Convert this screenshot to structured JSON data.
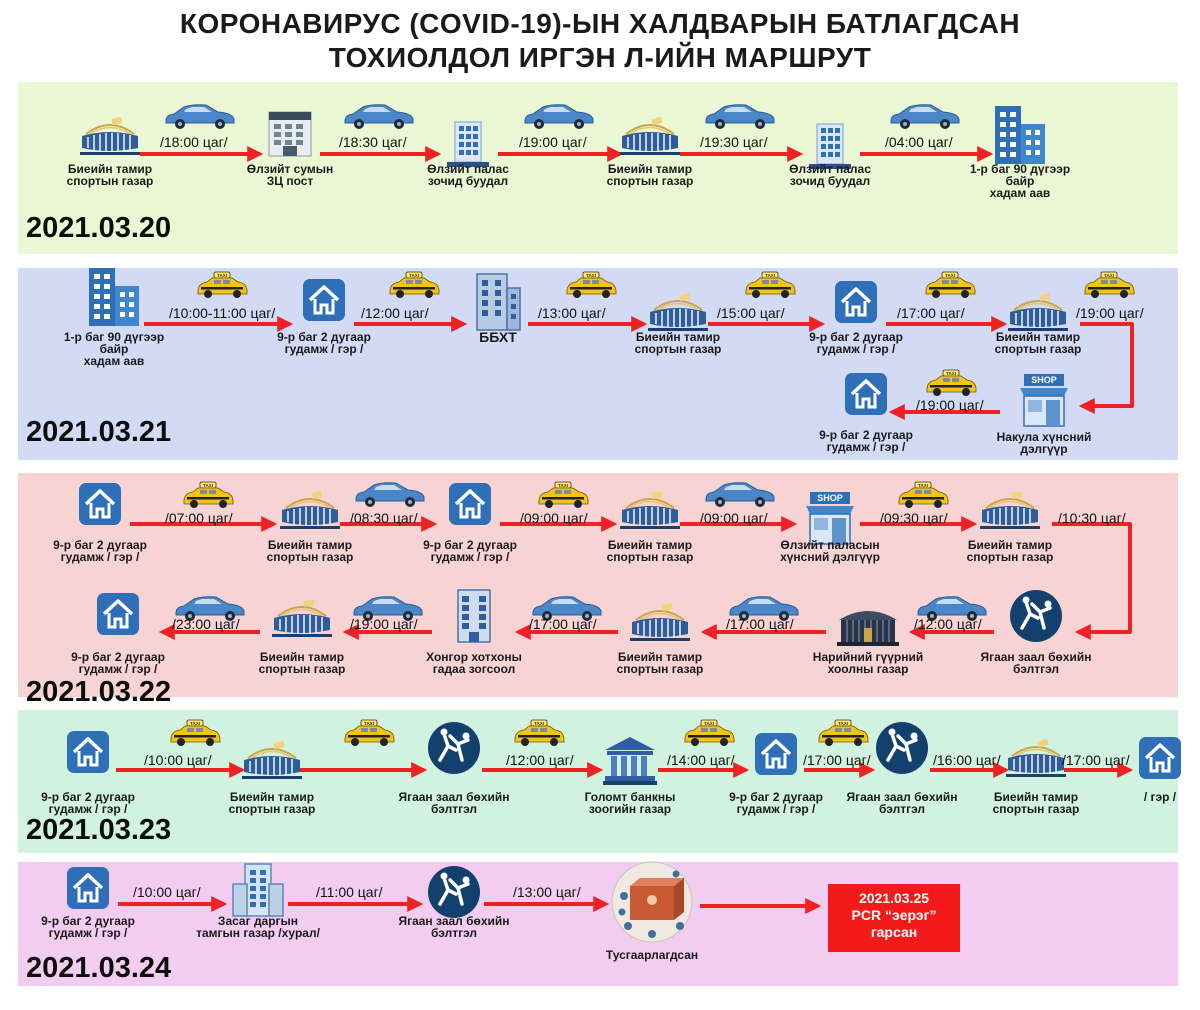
{
  "title": {
    "line1": "КОРОНАВИРУС (COVID-19)-ЫН ХАЛДВАРЫН БАТЛАГДСАН",
    "line2": "ТОХИОЛДОЛ ИРГЭН Л-ИЙН МАРШРУТ"
  },
  "colors": {
    "band1": "#eaf7d4",
    "band2": "#d2daf4",
    "band3": "#f8d3d4",
    "band4": "#d2f2e0",
    "band5": "#f3cdf0",
    "arrow": "#ee2222",
    "icon_blue": "#2e6fb8",
    "taxi": "#f2c41a",
    "car": "#4a86c8"
  },
  "days": [
    {
      "date": "2021.03.20",
      "stops": [
        {
          "label": "Биеийн тамир\nспортын газар",
          "icon": "stadium-icon"
        },
        {
          "label": "Өлзийт сумын\nЗЦ пост",
          "icon": "checkpoint-icon"
        },
        {
          "label": "Өлзийт палас\nзочид буудал",
          "icon": "hotel-icon"
        },
        {
          "label": "Биеийн тамир\nспортын газар",
          "icon": "stadium-icon"
        },
        {
          "label": "Өлзийт палас\nзочид буудал",
          "icon": "hotel-icon"
        },
        {
          "label": "1-р баг 90 дүгээр байр\nхадам аав",
          "icon": "apartment-icon"
        }
      ],
      "times": [
        "/18:00 цаг/",
        "/18:30 цаг/",
        "/19:00 цаг/",
        "/19:30 цаг/",
        "/04:00 цаг/"
      ]
    },
    {
      "date": "2021.03.21",
      "stops": [
        {
          "label": "1-р баг 90 дүгээр байр\nхадам аав",
          "icon": "apartment-icon"
        },
        {
          "label": "9-р баг 2 дугаар\nгудамж / гэр /",
          "icon": "home-icon"
        },
        {
          "label": "ББХТ",
          "icon": "office-building-icon"
        },
        {
          "label": "Биеийн тамир\nспортын газар",
          "icon": "stadium-icon"
        },
        {
          "label": "9-р баг 2 дугаар\nгудамж / гэр /",
          "icon": "home-icon"
        },
        {
          "label": "Биеийн тамир\nспортын газар",
          "icon": "stadium-icon"
        },
        {
          "label": "Накула хүнсний\nдэлгүүр",
          "icon": "shop-icon"
        },
        {
          "label": "9-р баг 2 дугаар\nгудамж / гэр /",
          "icon": "home-icon"
        }
      ],
      "times": [
        "/10:00-11:00 цаг/",
        "/12:00 цаг/",
        "/13:00 цаг/",
        "/15:00 цаг/",
        "/17:00 цаг/",
        "/19:00 цаг/",
        "/19:00 цаг/"
      ]
    },
    {
      "date": "2021.03.22",
      "stops": [
        {
          "label": "9-р баг 2 дугаар\nгудамж / гэр /",
          "icon": "home-icon"
        },
        {
          "label": "Биеийн тамир\nспортын газар",
          "icon": "stadium-icon"
        },
        {
          "label": "9-р баг 2 дугаар\nгудамж / гэр /",
          "icon": "home-icon"
        },
        {
          "label": "Биеийн тамир\nспортын газар",
          "icon": "stadium-icon"
        },
        {
          "label": "Өлзийт паласын\nхүнсний дэлгүүр",
          "icon": "shop-icon"
        },
        {
          "label": "Биеийн тамир\nспортын газар",
          "icon": "stadium-icon"
        },
        {
          "label": "Ягаан заал бөхийн\nбэлтгэл",
          "icon": "wrestling-icon"
        },
        {
          "label": "Нарийний гүүрний\nхоолны газар",
          "icon": "ger-restaurant-icon"
        },
        {
          "label": "Биеийн тамир\nспортын газар",
          "icon": "stadium-icon"
        },
        {
          "label": "Хонгор хотхоны\nгадаа зогсоол",
          "icon": "building-icon"
        },
        {
          "label": "Биеийн тамир\nспортын газар",
          "icon": "stadium-icon"
        },
        {
          "label": "9-р баг 2 дугаар\nгудамж / гэр /",
          "icon": "home-icon"
        }
      ],
      "times": [
        "/07:00 цаг/",
        "/08:30 цаг/",
        "/09:00 цаг/",
        "/09:00 цаг/",
        "/09:30 цаг/",
        "/10:30 цаг/",
        "/12:00 цаг/",
        "/17:00 цаг/",
        "/17:00 цаг/",
        "/19:00 цаг/",
        "/23:00 цаг/"
      ]
    },
    {
      "date": "2021.03.23",
      "stops": [
        {
          "label": "9-р баг 2 дугаар\nгудамж / гэр /",
          "icon": "home-icon"
        },
        {
          "label": "Биеийн тамир\nспортын газар",
          "icon": "stadium-icon"
        },
        {
          "label": "Ягаан заал бөхийн\nбэлтгэл",
          "icon": "wrestling-icon"
        },
        {
          "label": "Голомт банкны\nзоогийн газар",
          "icon": "bank-icon"
        },
        {
          "label": "9-р баг 2 дугаар\nгудамж / гэр /",
          "icon": "home-icon"
        },
        {
          "label": "Ягаан заал бөхийн\nбэлтгэл",
          "icon": "wrestling-icon"
        },
        {
          "label": "Биеийн тамир\nспортын газар",
          "icon": "stadium-icon"
        },
        {
          "label": "/ гэр /",
          "icon": "home-icon"
        }
      ],
      "times": [
        "/10:00 цаг/",
        "",
        "/12:00 цаг/",
        "/14:00 цаг/",
        "/17:00 цаг/",
        "/16:00 цаг/",
        "/17:00 цаг/"
      ]
    },
    {
      "date": "2021.03.24",
      "stops": [
        {
          "label": "9-р баг 2 дугаар\nгудамж / гэр /",
          "icon": "home-icon"
        },
        {
          "label": "Засаг даргын\nтамгын газар /хурал/",
          "icon": "government-building-icon"
        },
        {
          "label": "Ягаан заал бөхийн\nбэлтгэл",
          "icon": "wrestling-icon"
        },
        {
          "label": "Тусгаарлагдсан",
          "icon": "quarantine-icon"
        }
      ],
      "times": [
        "/10:00 цаг/",
        "/11:00 цаг/",
        "/13:00 цаг/"
      ]
    }
  ],
  "result": {
    "text": "2021.03.25\nPCR “эерэг”\nгарсан"
  }
}
